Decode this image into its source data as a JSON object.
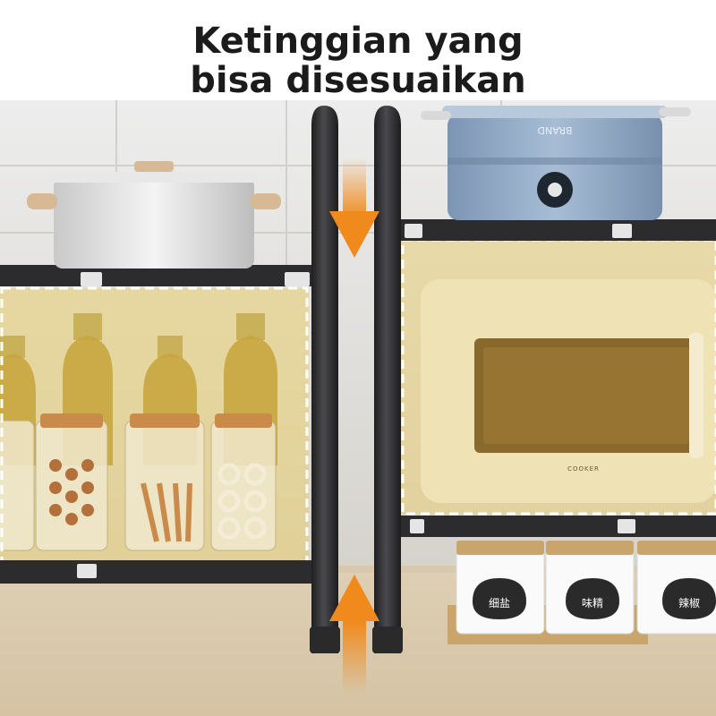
{
  "headline": {
    "line1": "Ketinggian yang",
    "line2": "bisa disesuaikan"
  },
  "product_labels": {
    "pot_brand": "BRAND",
    "microwave_brand": "COOKER",
    "jar_labels": [
      "细盐",
      "味精",
      "辣椒"
    ]
  },
  "colors": {
    "frame": "#2c2c2e",
    "accent_arrow": "#f08a1c",
    "highlight_fill": "#e9cd6e",
    "pot_blue": "#8fa8c4",
    "microwave_cream": "#efe2b4"
  }
}
